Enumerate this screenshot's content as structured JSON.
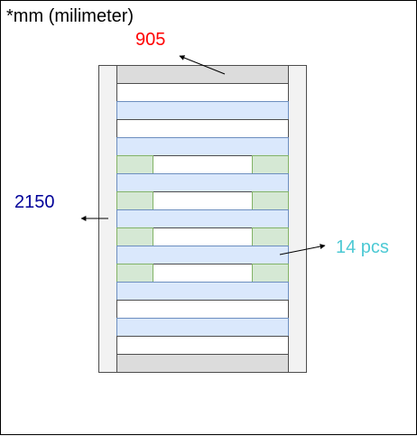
{
  "note": "*mm (milimeter)",
  "dimensions": {
    "width": {
      "value": "905",
      "color": "#ff0000"
    },
    "height": {
      "value": "2150",
      "color": "#000099"
    },
    "pieces": {
      "value": "14 pcs",
      "color": "#4cc9d4"
    }
  },
  "colors": {
    "frame_border": "#4d4d4d",
    "side_rail_fill": "#f2f2f2",
    "end_rail_fill": "#dcdcdc",
    "slat_fill": "#dae8fc",
    "slat_stroke": "#6c8ebf",
    "gap_fill": "#ffffff",
    "block_fill": "#d5e8d4",
    "block_stroke": "#82b366",
    "arrow": "#000000"
  },
  "pattern": {
    "rows": [
      "gap",
      "slat",
      "gap",
      "slat",
      "block",
      "slat",
      "block",
      "slat",
      "block",
      "slat",
      "block",
      "slat",
      "gap",
      "slat",
      "gap"
    ],
    "slat_count": 7,
    "block_row_count": 4
  }
}
